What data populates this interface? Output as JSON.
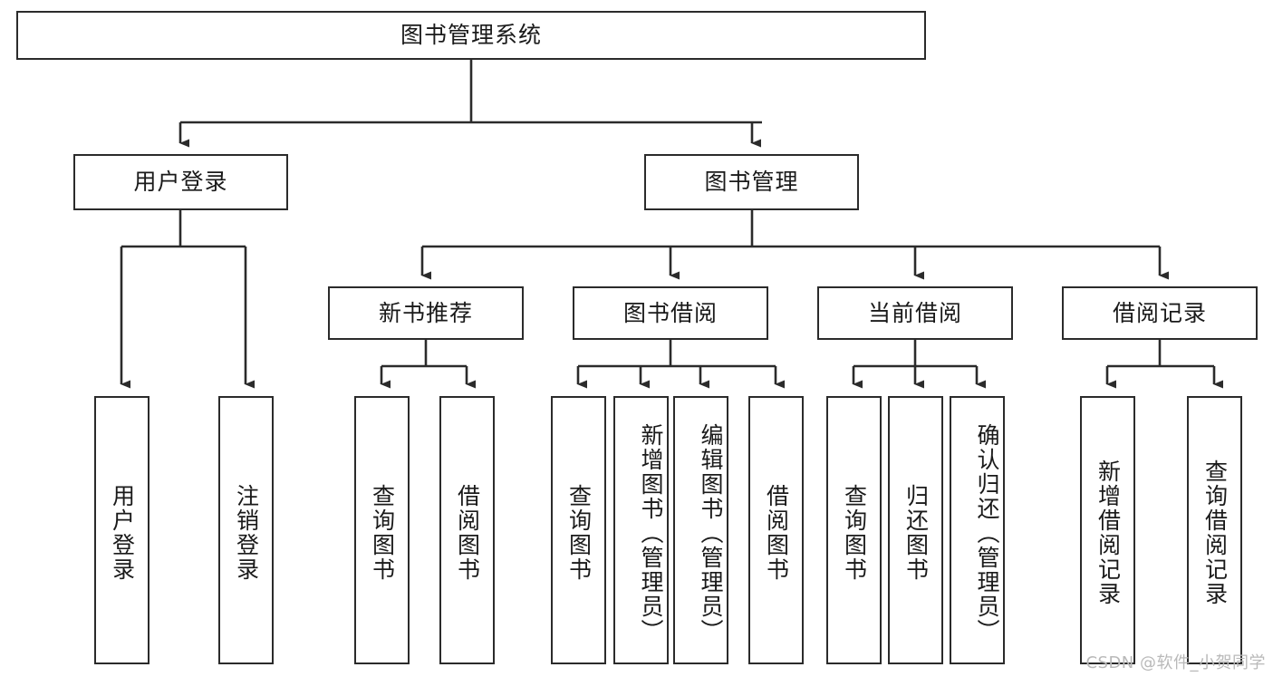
{
  "diagram": {
    "type": "tree",
    "title": "图书管理系统",
    "watermark": "CSDN @软件_小贺同学",
    "colors": {
      "box_border": "#2b2b2b",
      "box_fill": "#ffffff",
      "line": "#2b2b2b",
      "text": "#1a1a1a",
      "watermark": "#b9b9b9"
    },
    "root": {
      "label": "图书管理系统"
    },
    "level2": [
      {
        "label": "用户登录"
      },
      {
        "label": "图书管理"
      }
    ],
    "level3": [
      {
        "label": "新书推荐"
      },
      {
        "label": "图书借阅"
      },
      {
        "label": "当前借阅"
      },
      {
        "label": "借阅记录"
      }
    ],
    "leaves": {
      "user_login": [
        {
          "label": "用户登录"
        },
        {
          "label": "注销登录"
        }
      ],
      "new_book_recommend": [
        {
          "label": "查询图书"
        },
        {
          "label": "借阅图书"
        }
      ],
      "book_borrow": [
        {
          "label": "查询图书"
        },
        {
          "label": "新增图书（管理员）"
        },
        {
          "label": "编辑图书（管理员）"
        },
        {
          "label": "借阅图书"
        }
      ],
      "current_borrow": [
        {
          "label": "查询图书"
        },
        {
          "label": "归还图书"
        },
        {
          "label": "确认归还（管理员）"
        }
      ],
      "borrow_record": [
        {
          "label": "新增借阅记录"
        },
        {
          "label": "查询借阅记录"
        }
      ]
    }
  }
}
